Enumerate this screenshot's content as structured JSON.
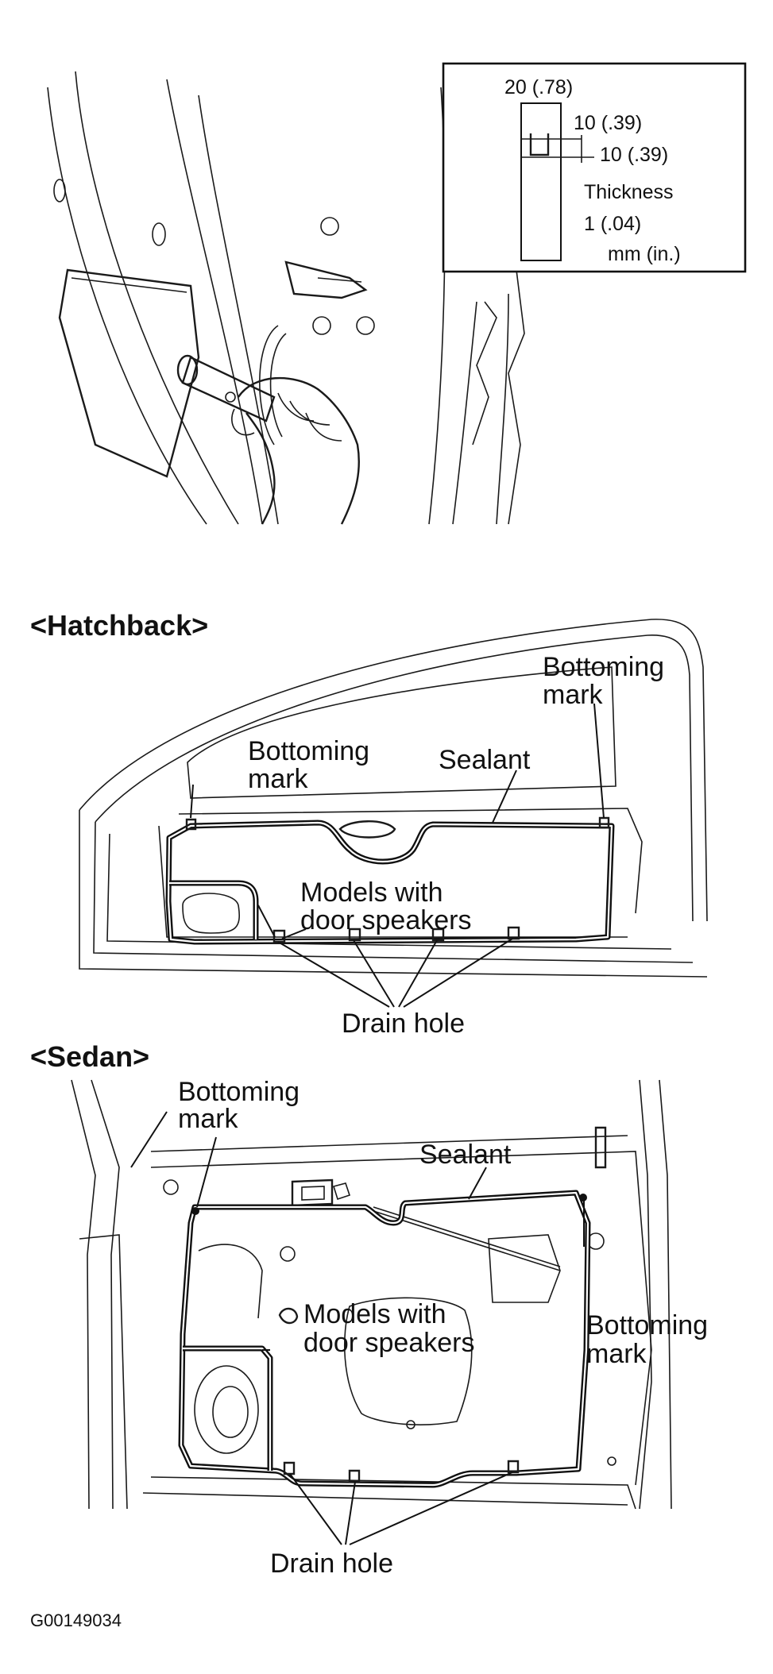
{
  "figure_id": "G00149034",
  "inset": {
    "dim_width": "20 (.78)",
    "dim_a": "10 (.39)",
    "dim_b": "10 (.39)",
    "thickness_label": "Thickness",
    "thickness_value": "1 (.04)",
    "units": "mm (in.)"
  },
  "hatchback": {
    "heading": "<Hatchback>",
    "bottoming_mark_left": [
      "Bottoming",
      "mark"
    ],
    "bottoming_mark_right": [
      "Bottoming",
      "mark"
    ],
    "sealant": "Sealant",
    "speakers": [
      "Models with",
      "door speakers"
    ],
    "drain_hole": "Drain hole"
  },
  "sedan": {
    "heading": "<Sedan>",
    "bottoming_mark_left": [
      "Bottoming",
      "mark"
    ],
    "bottoming_mark_right": [
      "Bottoming",
      "mark"
    ],
    "sealant": "Sealant",
    "speakers": [
      "Models with",
      "door speakers"
    ],
    "drain_hole": "Drain hole"
  }
}
